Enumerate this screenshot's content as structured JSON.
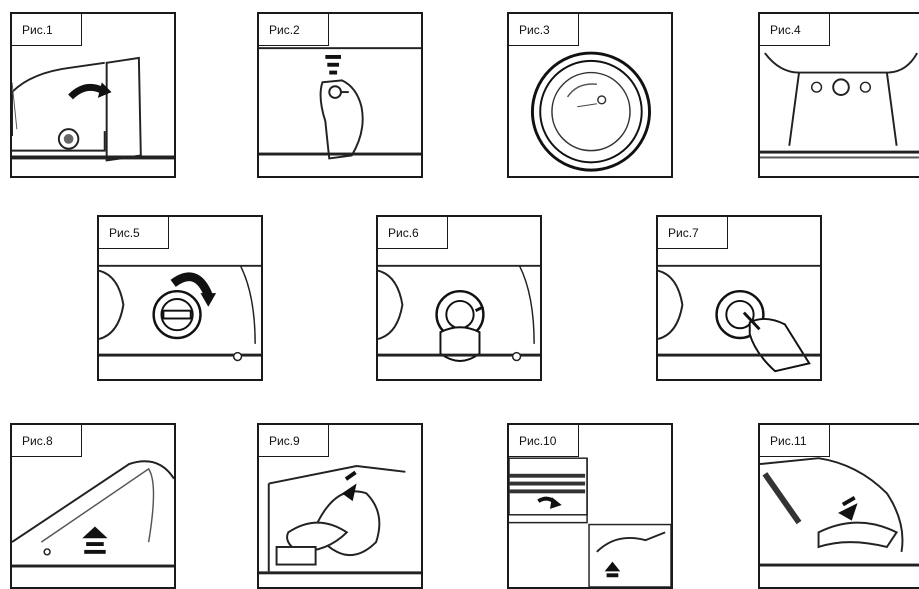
{
  "figures": [
    {
      "label": "Рис.1"
    },
    {
      "label": "Рис.2"
    },
    {
      "label": "Рис.3"
    },
    {
      "label": "Рис.4"
    },
    {
      "label": "Рис.5"
    },
    {
      "label": "Рис.6"
    },
    {
      "label": "Рис.7"
    },
    {
      "label": "Рис.8"
    },
    {
      "label": "Рис.9"
    },
    {
      "label": "Рис.10"
    },
    {
      "label": "Рис.11"
    }
  ]
}
